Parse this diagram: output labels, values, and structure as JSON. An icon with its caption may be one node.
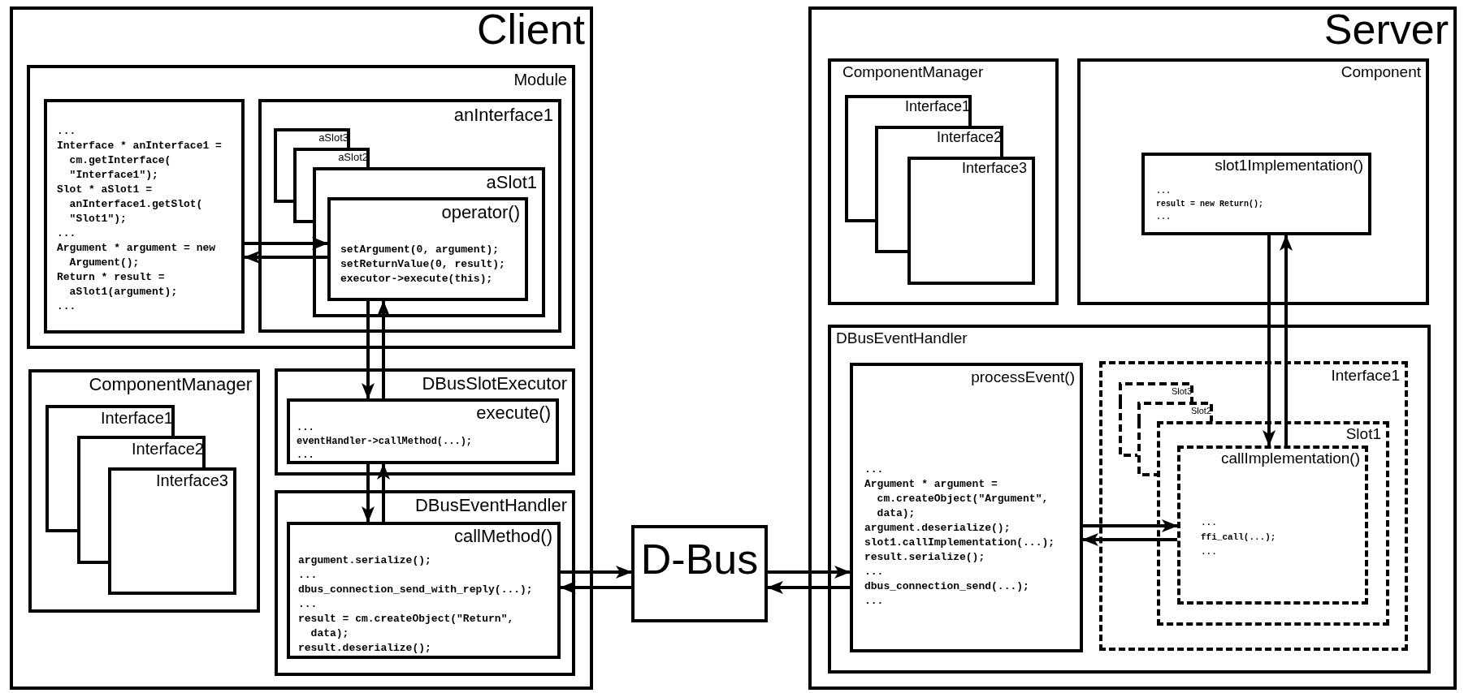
{
  "diagram": {
    "nodes": [
      {
        "text": [
          "Client"
        ]
      },
      {
        "text": [
          "Module"
        ],
        "in": 0
      },
      {
        "text": [
          "...",
          "Interface * anInterface1 = cm.getInterface( \"Interface1\");",
          "Slot * aSlot1 = anInterface1.getSlot( \"Slot1\");",
          "...",
          "Argument * argument = new Argument();",
          "Return * result = aSlot1(argument);",
          "..."
        ],
        "in": 1
      },
      {
        "text": [
          "anInterface1"
        ],
        "in": 1
      },
      {
        "text": [
          "aSlot3"
        ],
        "in": 3
      },
      {
        "text": [
          "aSlot2"
        ],
        "in": 3
      },
      {
        "text": [
          "aSlot1"
        ],
        "in": 3
      },
      {
        "text": [
          "operator()",
          "setArgument(0, argument);",
          "setReturnValue(0, result);",
          "executor->execute(this);"
        ],
        "in": 6
      },
      {
        "text": [
          "ComponentManager"
        ],
        "in": 0
      },
      {
        "text": [
          "Interface1"
        ],
        "in": 8
      },
      {
        "text": [
          "Interface2"
        ],
        "in": 8
      },
      {
        "text": [
          "Interface3"
        ],
        "in": 8
      },
      {
        "text": [
          "DBusSlotExecutor"
        ],
        "in": 0
      },
      {
        "text": [
          "execute()",
          "...",
          "eventHandler->callMethod(...);",
          "..."
        ],
        "in": 12
      },
      {
        "text": [
          "DBusEventHandler"
        ],
        "in": 0
      },
      {
        "text": [
          "callMethod()",
          "argument.serialize();",
          "...",
          "dbus_connection_send_with_reply(...);",
          "...",
          "result = cm.createObject(\"Return\", data);",
          "result.deserialize();"
        ],
        "in": 14
      },
      {
        "text": [
          "D-Bus"
        ]
      },
      {
        "text": [
          "Server"
        ]
      },
      {
        "text": [
          "ComponentManager"
        ],
        "in": 17
      },
      {
        "text": [
          "Interface1"
        ],
        "in": 18
      },
      {
        "text": [
          "Interface2"
        ],
        "in": 18
      },
      {
        "text": [
          "Interface3"
        ],
        "in": 18
      },
      {
        "text": [
          "Component"
        ],
        "in": 17
      },
      {
        "text": [
          "slot1Implementation()",
          "...",
          "result = new Return();",
          "..."
        ],
        "in": 22
      },
      {
        "text": [
          "DBusEventHandler"
        ],
        "in": 17
      },
      {
        "text": [
          "processEvent()",
          "...",
          "Argument * argument = cm.createObject(\"Argument\", data);",
          "argument.deserialize();",
          "slot1.callImplementation(...);",
          "result.serialize();",
          "...",
          "dbus_connection_send(...);",
          "..."
        ],
        "in": 24
      },
      {
        "text": [
          "Interface1"
        ],
        "in": 24
      },
      {
        "text": [
          "Slot3"
        ],
        "in": 26
      },
      {
        "text": [
          "Slot2"
        ],
        "in": 26
      },
      {
        "text": [
          "Slot1"
        ],
        "in": 26
      },
      {
        "text": [
          "callImplementation()",
          "...",
          "ffi_call(...);",
          "..."
        ],
        "in": 29
      }
    ],
    "edges": [
      {
        "from": 2,
        "to": 7,
        "arrow": "to"
      },
      {
        "from": 7,
        "to": 2,
        "arrow": "to"
      },
      {
        "from": 7,
        "to": 13,
        "arrow": "to"
      },
      {
        "from": 13,
        "to": 7,
        "arrow": "to"
      },
      {
        "from": 13,
        "to": 15,
        "arrow": "to"
      },
      {
        "from": 15,
        "to": 13,
        "arrow": "to"
      },
      {
        "from": 15,
        "to": 16,
        "arrow": "to"
      },
      {
        "from": 16,
        "to": 15,
        "arrow": "to"
      },
      {
        "from": 16,
        "to": 25,
        "arrow": "to"
      },
      {
        "from": 25,
        "to": 16,
        "arrow": "to"
      },
      {
        "from": 25,
        "to": 30,
        "arrow": "to"
      },
      {
        "from": 30,
        "to": 25,
        "arrow": "to"
      },
      {
        "from": 23,
        "to": 30,
        "arrow": "to"
      },
      {
        "from": 30,
        "to": 23,
        "arrow": "to"
      }
    ]
  }
}
